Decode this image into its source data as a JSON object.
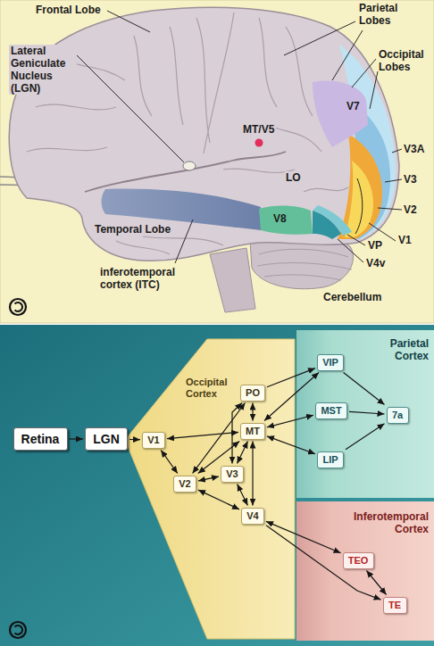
{
  "diagram": {
    "nodes": [
      {
        "text": [
          "Retina"
        ]
      },
      {
        "text": [
          "LGN"
        ]
      },
      {
        "text": [
          "Occipital Cortex"
        ]
      },
      {
        "text": [
          "V1"
        ],
        "in": 2
      },
      {
        "text": [
          "PO"
        ],
        "in": 2
      },
      {
        "text": [
          "MT"
        ],
        "in": 2
      },
      {
        "text": [
          "V2"
        ],
        "in": 2
      },
      {
        "text": [
          "V3"
        ],
        "in": 2
      },
      {
        "text": [
          "V4"
        ],
        "in": 2
      },
      {
        "text": [
          "Parietal Cortex"
        ]
      },
      {
        "text": [
          "VIP"
        ],
        "in": 9
      },
      {
        "text": [
          "MST"
        ],
        "in": 9
      },
      {
        "text": [
          "LIP"
        ],
        "in": 9
      },
      {
        "text": [
          "7a"
        ],
        "in": 9
      },
      {
        "text": [
          "Inferotemporal Cortex"
        ]
      },
      {
        "text": [
          "TEO"
        ],
        "in": 14
      },
      {
        "text": [
          "TE"
        ],
        "in": 14
      }
    ],
    "edges": [
      {
        "from": 0,
        "to": 1,
        "arrow": "to"
      },
      {
        "from": 1,
        "to": 3,
        "arrow": "to"
      },
      {
        "from": 3,
        "to": 6,
        "arrow": "both"
      },
      {
        "from": 3,
        "to": 5,
        "arrow": "both"
      },
      {
        "from": 6,
        "to": 7,
        "arrow": "both"
      },
      {
        "from": 6,
        "to": 4,
        "arrow": "both"
      },
      {
        "from": 6,
        "to": 5,
        "arrow": "both"
      },
      {
        "from": 6,
        "to": 8,
        "arrow": "both"
      },
      {
        "from": 7,
        "to": 4,
        "arrow": "both"
      },
      {
        "from": 7,
        "to": 5,
        "arrow": "both"
      },
      {
        "from": 7,
        "to": 8,
        "arrow": "both"
      },
      {
        "from": 4,
        "to": 5,
        "arrow": "both"
      },
      {
        "from": 5,
        "to": 8,
        "arrow": "both"
      },
      {
        "from": 4,
        "to": 10,
        "arrow": "to"
      },
      {
        "from": 5,
        "to": 10,
        "arrow": "both"
      },
      {
        "from": 5,
        "to": 11,
        "arrow": "both"
      },
      {
        "from": 5,
        "to": 12,
        "arrow": "both"
      },
      {
        "from": 10,
        "to": 13,
        "arrow": "to"
      },
      {
        "from": 11,
        "to": 13,
        "arrow": "to"
      },
      {
        "from": 12,
        "to": 13,
        "arrow": "to"
      },
      {
        "from": 8,
        "to": 15,
        "arrow": "both"
      },
      {
        "from": 8,
        "to": 16,
        "arrow": "to"
      },
      {
        "from": 15,
        "to": 16,
        "arrow": "both"
      }
    ],
    "labels": [
      "Frontal Lobe",
      "Parietal Lobes",
      "Lateral Geniculate Nucleus (LGN)",
      "Occipital Lobes",
      "MT/V5",
      "V7",
      "V3A",
      "V3",
      "LO",
      "V2",
      "V1",
      "V8",
      "VP",
      "V4v",
      "Temporal Lobe",
      "inferotemporal cortex (ITC)",
      "Cerebellum"
    ]
  }
}
